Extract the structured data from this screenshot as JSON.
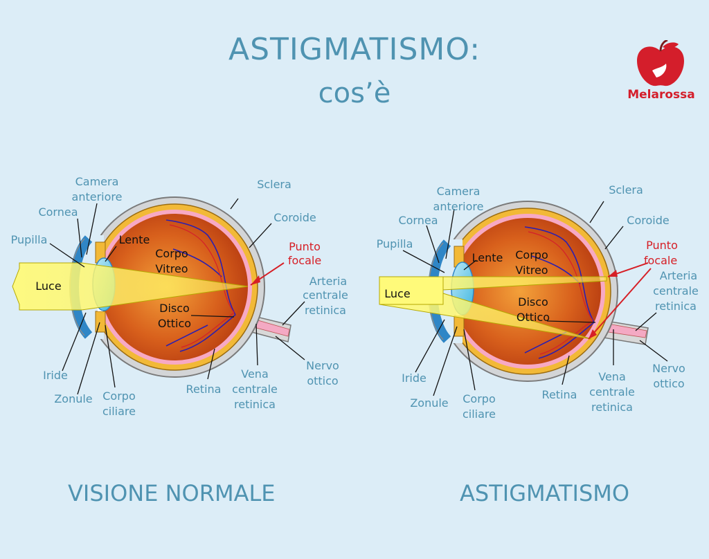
{
  "title_line1": "ASTIGMATISMO:",
  "title_line2": "cos’è",
  "logo_text": "Melarossa",
  "captions": {
    "left": "VISIONE NORMALE",
    "right": "ASTIGMATISMO"
  },
  "labels": {
    "camera": "Camera",
    "anteriore": "anteriore",
    "cornea": "Cornea",
    "pupilla": "Pupilla",
    "lente": "Lente",
    "corpo": "Corpo",
    "vitreo": "Vitreo",
    "disco": "Disco",
    "ottico_cap": "Ottico",
    "luce": "Luce",
    "sclera": "Sclera",
    "coroide": "Coroide",
    "punto": "Punto",
    "focale": "focale",
    "arteria": "Arteria",
    "centrale": "centrale",
    "retinica": "retinica",
    "nervo": "Nervo",
    "ottico": "ottico",
    "vena": "Vena",
    "retina": "Retina",
    "iride": "Iride",
    "zonule": "Zonule",
    "ciliare": "ciliare"
  },
  "colors": {
    "accent": "#4f93b1",
    "red": "#d61f26",
    "background": "#dcedf7"
  }
}
